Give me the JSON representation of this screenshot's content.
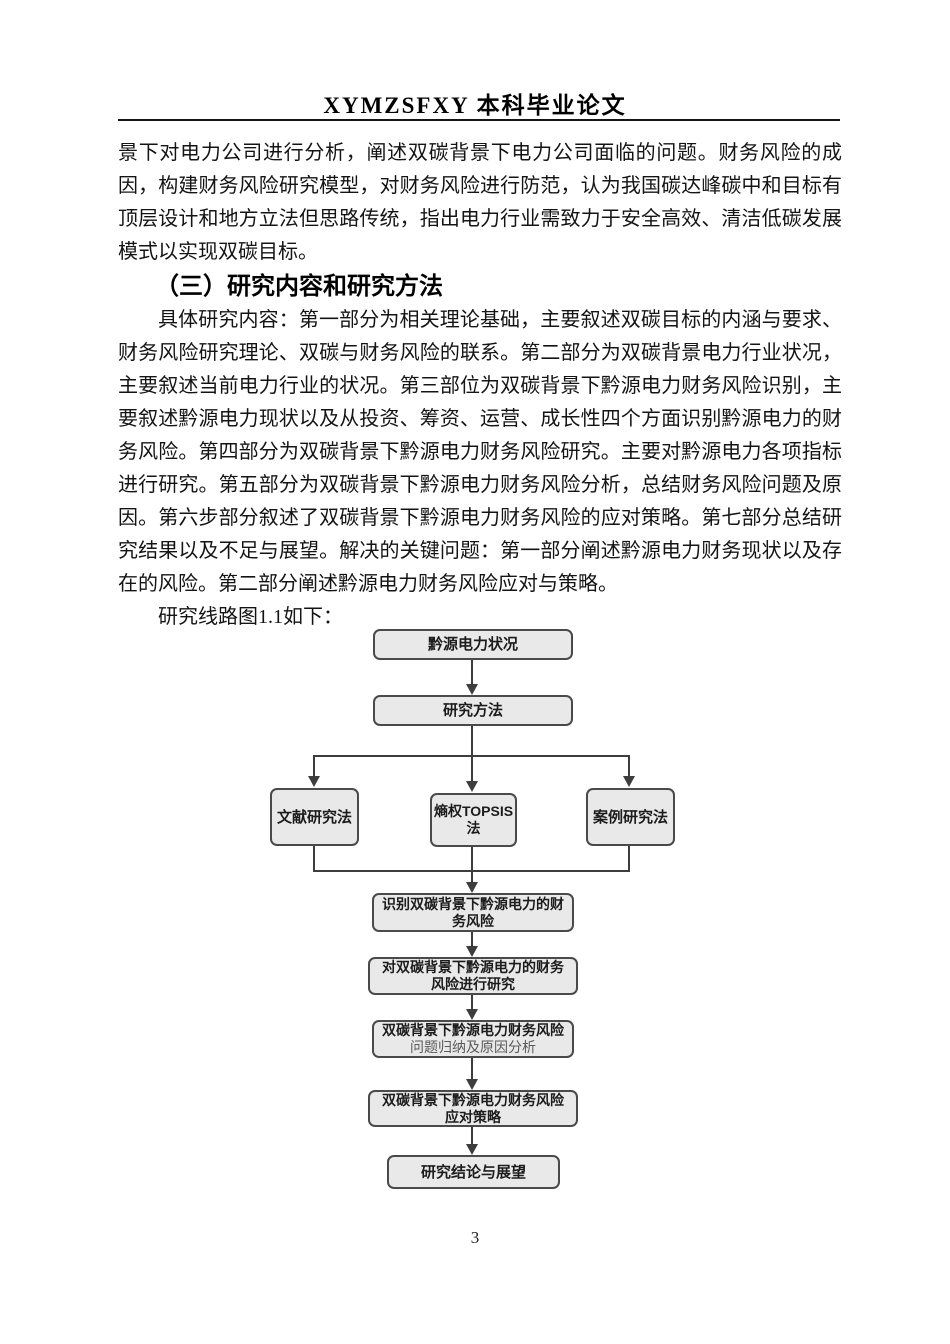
{
  "header": {
    "title": "XYMZSFXY 本科毕业论文"
  },
  "content": {
    "para1": "景下对电力公司进行分析，阐述双碳背景下电力公司面临的问题。财务风险的成因，构建财务风险研究模型，对财务风险进行防范，认为我国碳达峰碳中和目标有顶层设计和地方立法但思路传统，指出电力行业需致力于安全高效、清洁低碳发展模式以实现双碳目标。",
    "heading": "（三）研究内容和研究方法",
    "para2": "具体研究内容：第一部分为相关理论基础，主要叙述双碳目标的内涵与要求、财务风险研究理论、双碳与财务风险的联系。第二部分为双碳背景电力行业状况，主要叙述当前电力行业的状况。第三部位为双碳背景下黔源电力财务风险识别，主要叙述黔源电力现状以及从投资、筹资、运营、成长性四个方面识别黔源电力的财务风险。第四部分为双碳背景下黔源电力财务风险研究。主要对黔源电力各项指标进行研究。第五部分为双碳背景下黔源电力财务风险分析，总结财务风险问题及原因。第六步部分叙述了双碳背景下黔源电力财务风险的应对策略。第七部分总结研究结果以及不足与展望。解决的关键问题：第一部分阐述黔源电力财务现状以及存在的风险。第二部分阐述黔源电力财务风险应对与策略。",
    "para3": "研究线路图1.1如下："
  },
  "flowchart": {
    "nodes": {
      "status": "黔源电力状况",
      "method": "研究方法",
      "literature": "文献研究法",
      "topsis_line1": "熵权TOPSIS",
      "topsis_line2": "法",
      "case": "案例研究法",
      "identify_line1": "识别双碳背景下黔源电力的财",
      "identify_line2": "务风险",
      "research_line1": "对双碳背景下黔源电力的财务",
      "research_line2": "风险进行研究",
      "analysis_line1": "双碳背景下黔源电力财务风险",
      "analysis_line2": "问题归纳及原因分析",
      "strategy_line1": "双碳背景下黔源电力财务风险",
      "strategy_line2": "应对策略",
      "conclusion": "研究结论与展望"
    },
    "colors": {
      "box_fill": "#e9e9e9",
      "box_border": "#4a4a4a",
      "connector_line": "#3d3d3d"
    }
  },
  "footer": {
    "page_number": "3"
  }
}
